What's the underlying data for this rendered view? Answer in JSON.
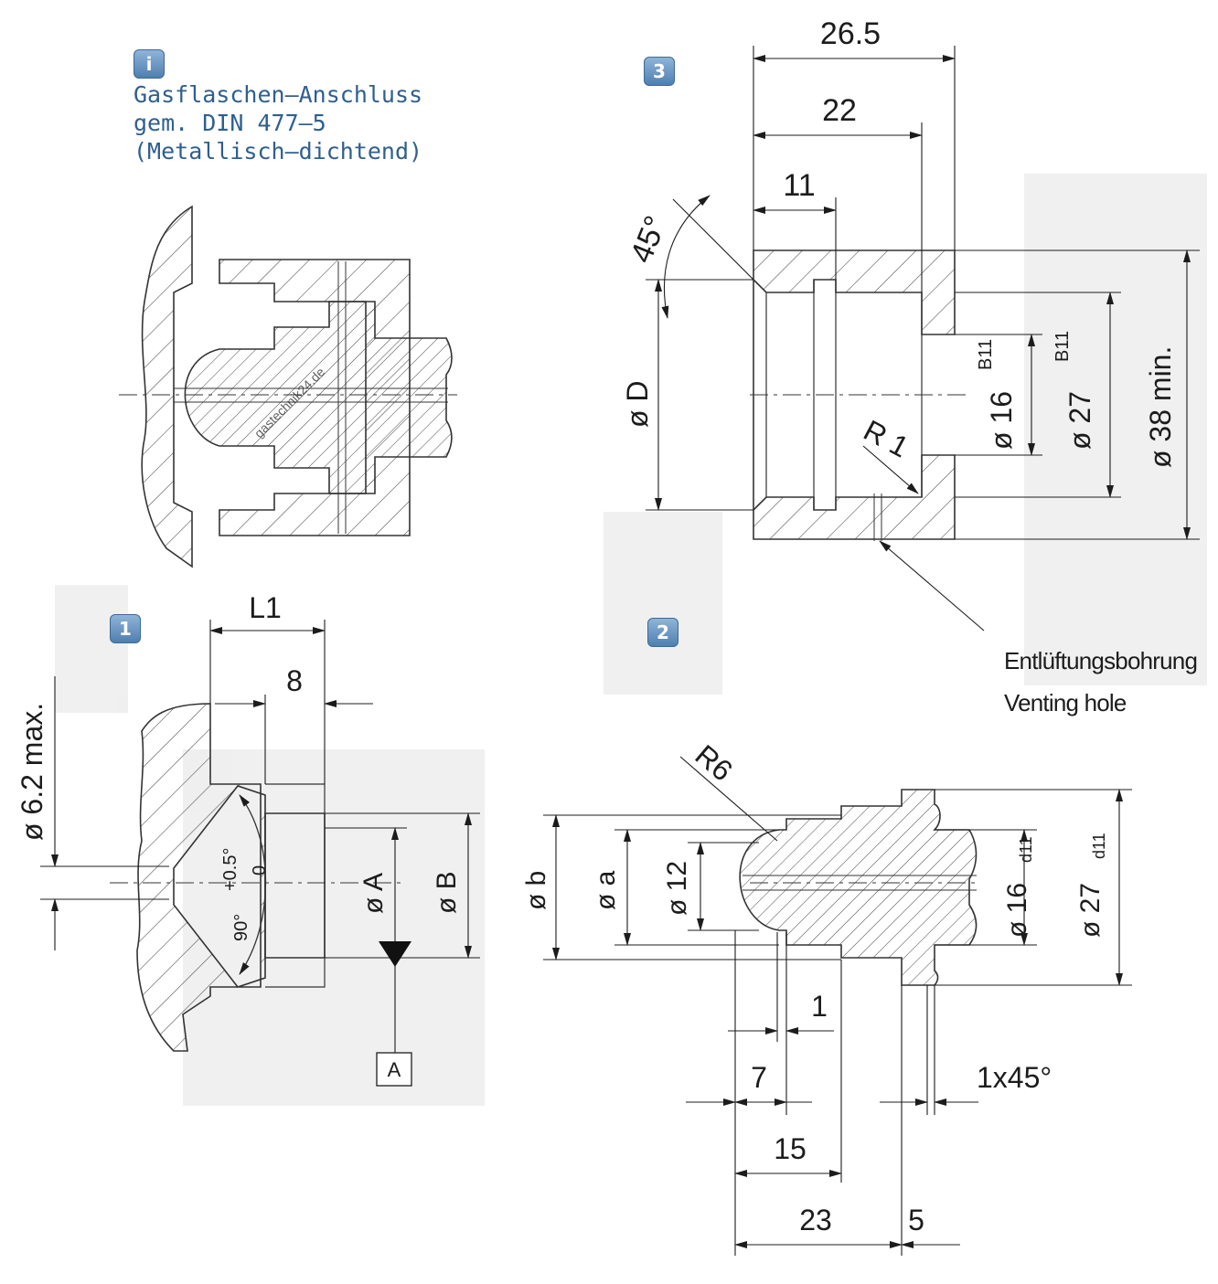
{
  "info": {
    "icon": "info-icon",
    "badge_text": "i",
    "title_lines": [
      "Gasflaschen–Anschluss",
      "gem. DIN 477–5",
      "(Metallisch–dichtend)"
    ]
  },
  "badges": {
    "b1": "1",
    "b2": "2",
    "b3": "3"
  },
  "view1": {
    "L1": "L1",
    "d8": "8",
    "d_max": "ø 6.2 max.",
    "angle": "90°",
    "tol_top": "+0.5°",
    "tol_bot": "0",
    "dA": "ø A",
    "dB": "ø B",
    "datum": "A"
  },
  "view2": {
    "R6": "R6",
    "db": "ø b",
    "da": "ø a",
    "d12": "ø 12",
    "d16": "ø 16",
    "d16_tol": "d11",
    "d27": "ø 27",
    "d27_tol": "d11",
    "d1": "1",
    "d7": "7",
    "d15": "15",
    "d23": "23",
    "d5": "5",
    "chamfer": "1x45°"
  },
  "view3": {
    "d265": "26.5",
    "d22": "22",
    "d11": "11",
    "angle": "45°",
    "dD": "ø D",
    "R1": "R 1",
    "d16": "ø 16",
    "d16_tol": "B11",
    "d27": "ø 27",
    "d27_tol": "B11",
    "d38": "ø 38  min."
  },
  "venting": {
    "de": "Entlüftungsbohrung",
    "en": "Venting hole"
  },
  "watermark": "gastechnik24.de"
}
